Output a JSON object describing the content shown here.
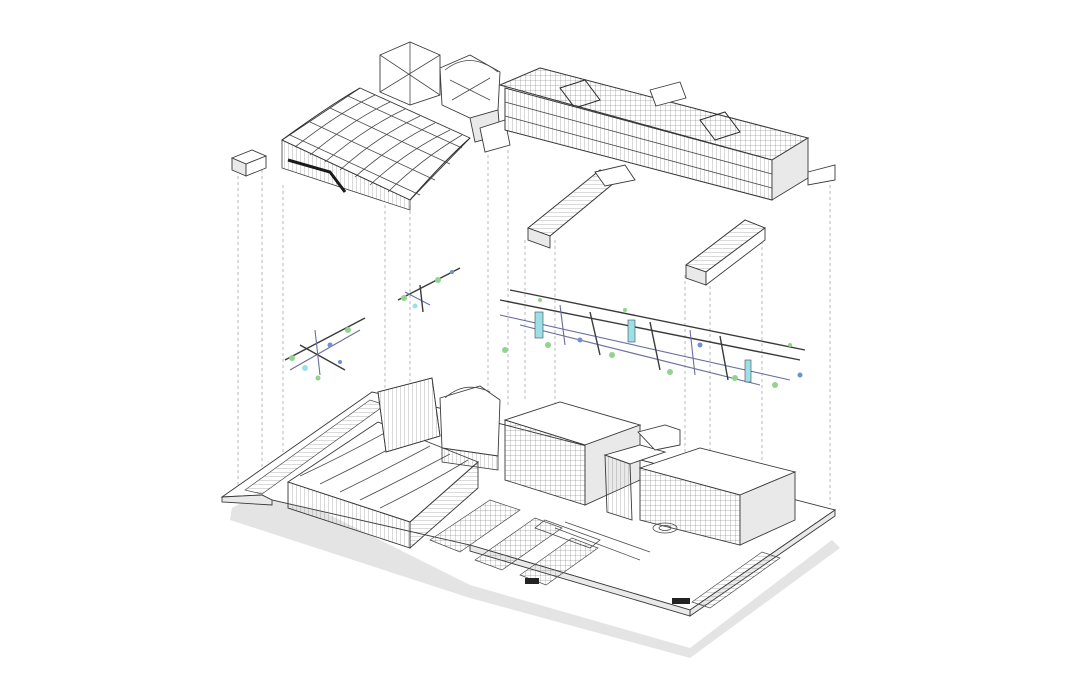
{
  "colors": {
    "background": "#ffffff",
    "linework": "#3a3a3a",
    "shadow": "#e4e4e4",
    "mep_green": "#8fd48f",
    "mep_blue": "#6f8fd8",
    "mep_cyan": "#9be0e8"
  },
  "layers": [
    "roof-and-upper-structure",
    "mep-systems",
    "ground-site-and-buildings"
  ]
}
